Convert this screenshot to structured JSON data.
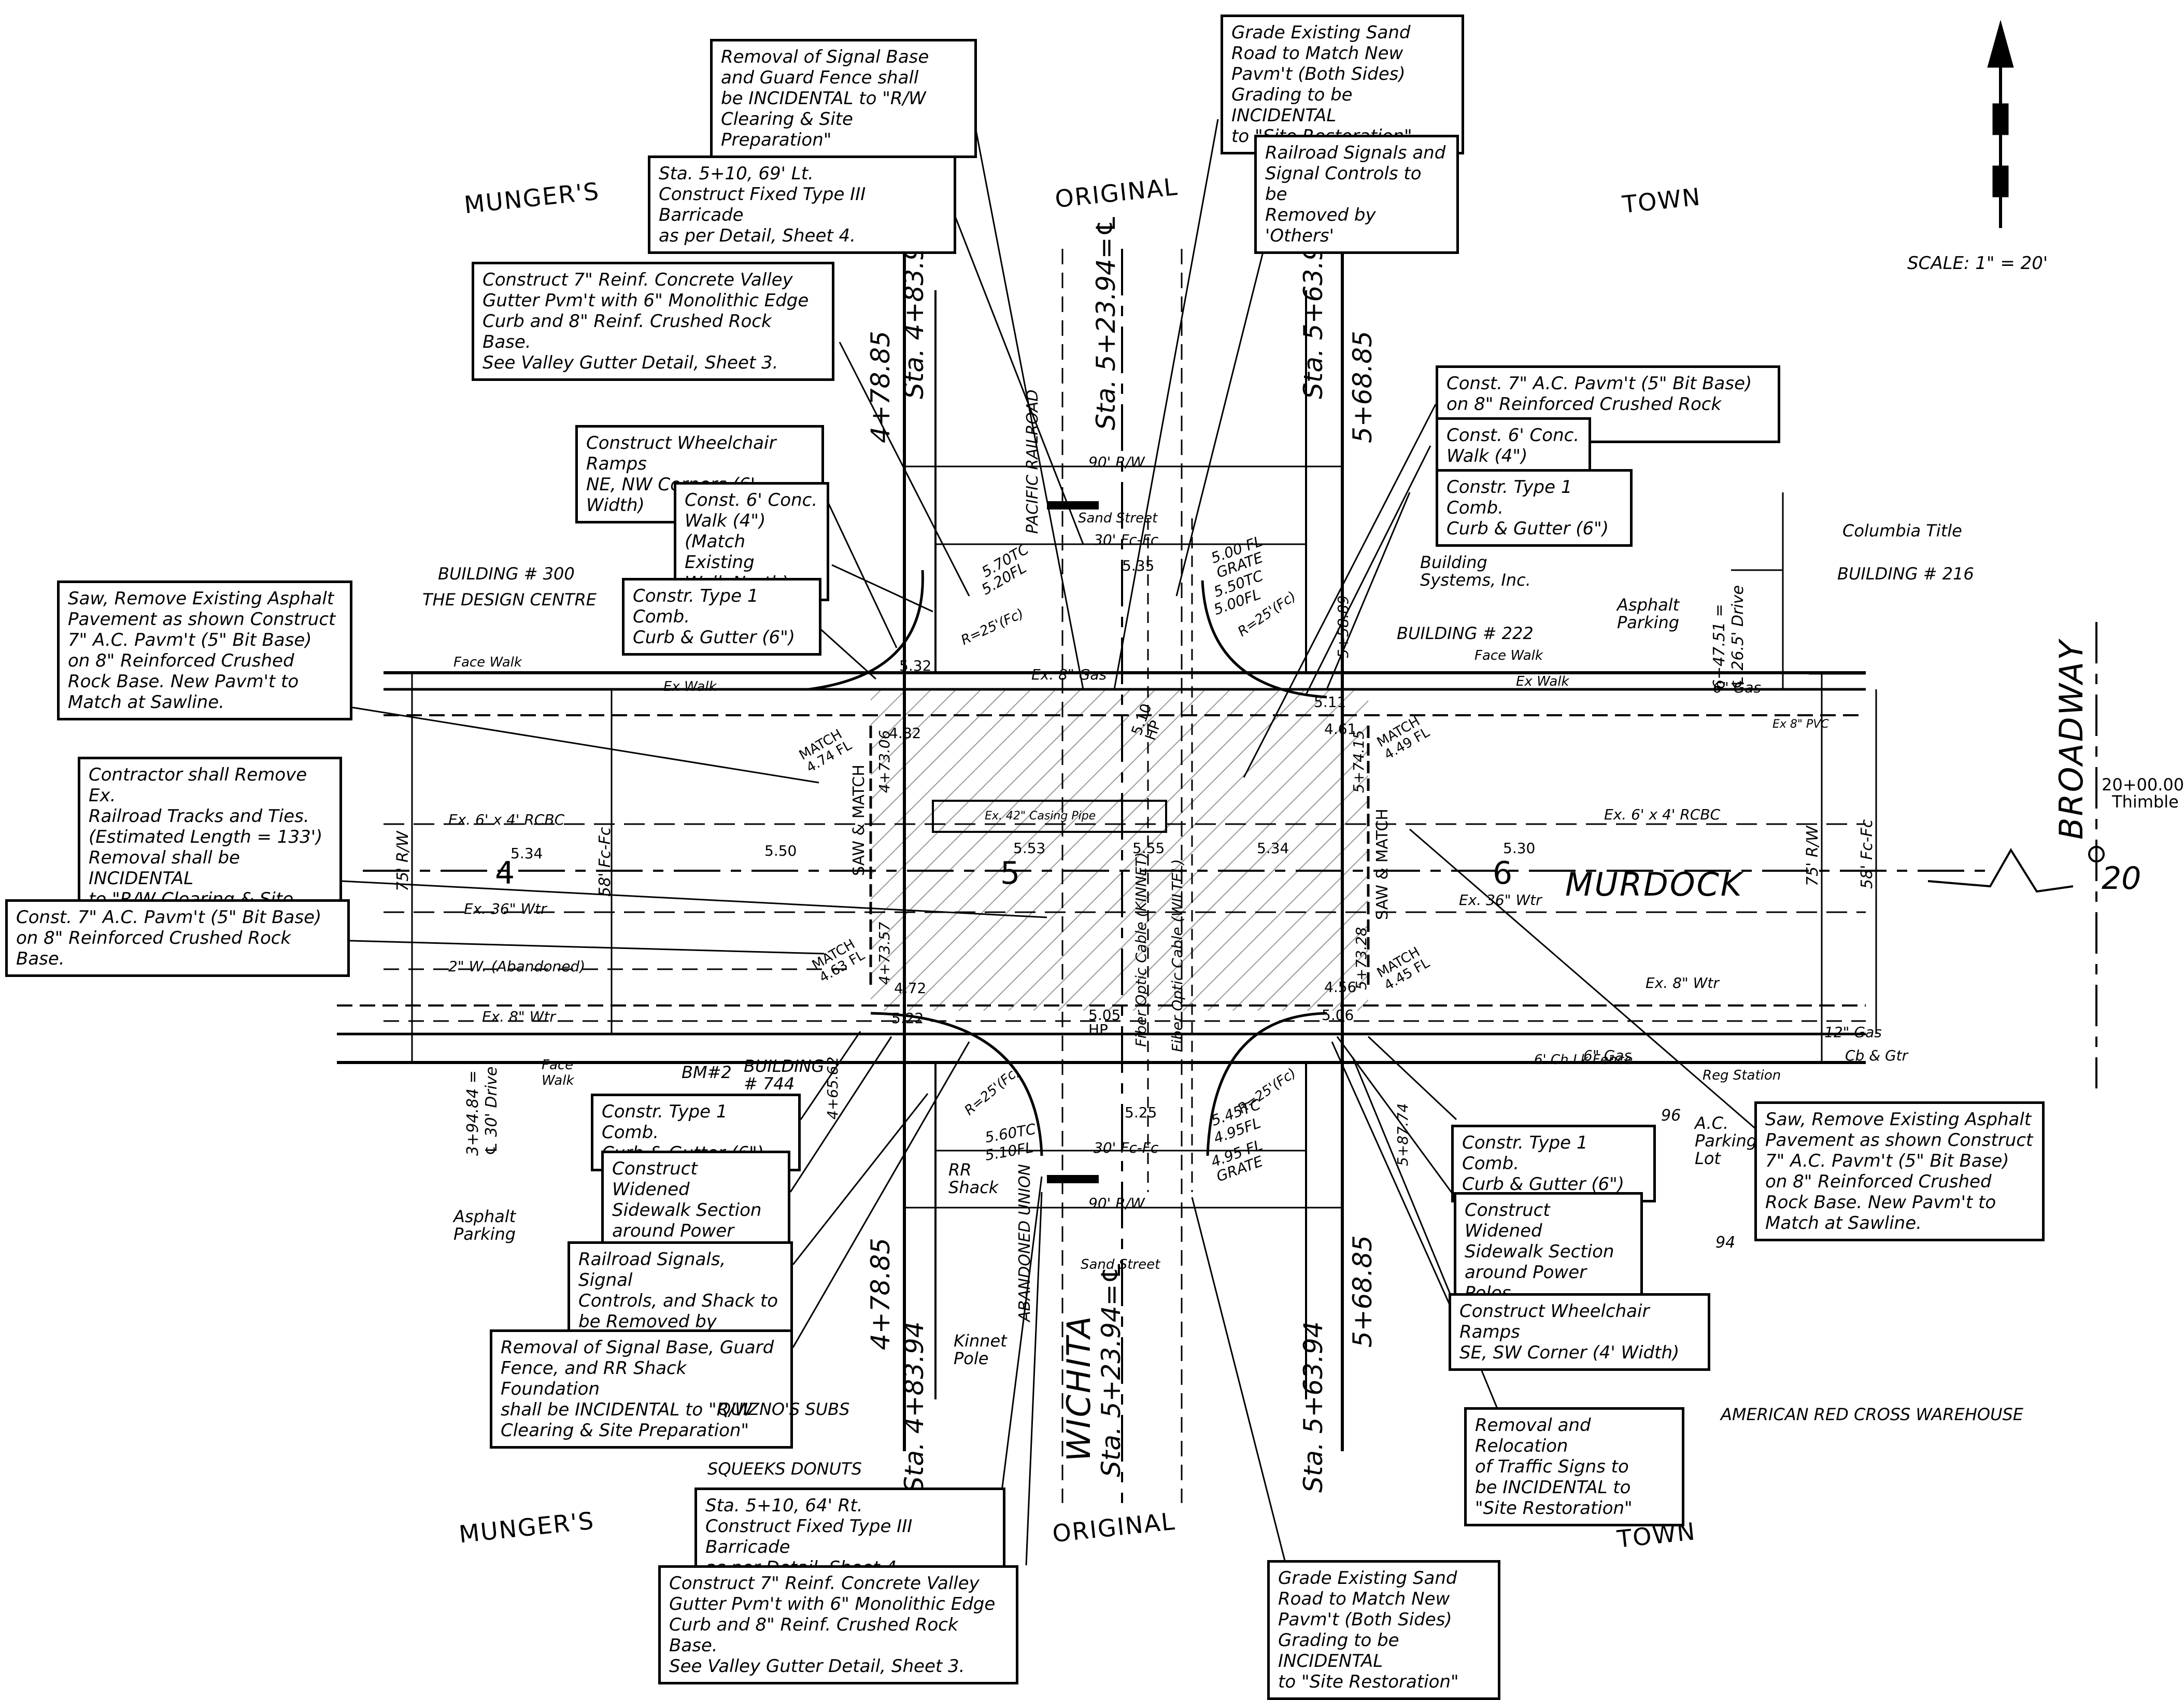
{
  "drawing": {
    "title_words": [
      "MUNGER'S",
      "ORIGINAL",
      "TOWN"
    ],
    "scale": "SCALE: 1\" = 20'",
    "streets": {
      "murdock": "MURDOCK",
      "wichita": "WICHITA",
      "broadway": "BROADWAY"
    },
    "stations": {
      "sta_4_83_94": "Sta. 4+83.94",
      "sta_4_78_85": "4+78.85",
      "sta_5_23_94": "Sta. 5+23.94=℄",
      "sta_5_63_94": "Sta. 5+63.94",
      "sta_5_68_85": "5+68.85",
      "broadway_sta": "20+00.00",
      "broadway_thimble": "Thimble",
      "drive_left": "3+94.84 =\n℄ 30' Drive",
      "drive_right": "6+47.51 =\n℄ 26.5' Drive"
    },
    "sheet_numbers": [
      "4",
      "5",
      "6",
      "20"
    ],
    "notes": {
      "signal_base_removal": "Removal of Signal Base\nand Guard Fence shall\nbe INCIDENTAL to \"R/W\nClearing & Site Preparation\"",
      "grade_sand_top": "Grade Existing Sand\nRoad to Match New\nPavm't (Both Sides)\nGrading to be INCIDENTAL\nto \"Site Restoration\"",
      "barricade_lt": "Sta. 5+10, 69' Lt.\nConstruct Fixed Type III Barricade\nas per Detail, Sheet 4.",
      "railroad_signals_top": "Railroad Signals and\nSignal Controls to be\nRemoved by 'Others'",
      "valley_gutter_top": "Construct 7\" Reinf. Concrete Valley\nGutter Pvm't with 6\" Monolithic Edge\nCurb and 8\" Reinf. Crushed Rock Base.\nSee Valley Gutter Detail, Sheet 3.",
      "ac_pavm_right": "Const. 7\" A.C. Pavm't (5\" Bit Base)\non 8\" Reinforced Crushed Rock Base.",
      "conc_walk_right": "Const. 6' Conc.\nWalk (4\")",
      "curb_right_top": "Constr. Type 1 Comb.\nCurb & Gutter (6\")",
      "wheelchair_ne_nw": "Construct Wheelchair Ramps\nNE, NW Corners (6' Width)",
      "conc_walk_left": "Const. 6' Conc.\nWalk (4\")\n(Match Existing\nWalk North)",
      "curb_left_top": "Constr. Type 1 Comb.\nCurb & Gutter (6\")",
      "saw_remove_left": "Saw, Remove Existing Asphalt\nPavement as shown Construct\n7\" A.C. Pavm't (5\" Bit Base)\non 8\" Reinforced Crushed\nRock Base. New Pavm't to\nMatch at Sawline.",
      "railroad_tracks": "Contractor shall Remove Ex.\nRailroad Tracks and Ties.\n(Estimated Length = 133')\nRemoval shall be INCIDENTAL\nto \"R/W Clearing & Site\nPreparation\"",
      "ac_pavm_left": "Const. 7\" A.C. Pavm't (5\" Bit Base)\non 8\" Reinforced Crushed Rock Base.",
      "curb_left_bottom": "Constr. Type 1 Comb.\nCurb & Gutter (6\")",
      "widened_sidewalk_left": "Construct Widened\nSidewalk Section\naround Power Poles",
      "railroad_shack": "Railroad Signals, Signal\nControls, and Shack to\nbe Removed by 'Others'",
      "signal_base_shack": "Removal of Signal Base, Guard\nFence, and RR Shack Foundation\nshall be INCIDENTAL to \"R/W\nClearing & Site Preparation\"",
      "barricade_rt": "Sta. 5+10, 64' Rt.\nConstruct Fixed Type III Barricade\nas per Detail, Sheet 4.",
      "valley_gutter_bottom": "Construct 7\" Reinf. Concrete Valley\nGutter Pvm't with 6\" Monolithic Edge\nCurb and 8\" Reinf. Crushed Rock Base.\nSee Valley Gutter Detail, Sheet 3.",
      "grade_sand_bottom": "Grade Existing Sand\nRoad to Match New\nPavm't (Both Sides)\nGrading to be INCIDENTAL\nto \"Site Restoration\"",
      "saw_remove_right": "Saw, Remove Existing Asphalt\nPavement as shown Construct\n7\" A.C. Pavm't (5\" Bit Base)\non 8\" Reinforced Crushed\nRock Base. New Pavm't to\nMatch at Sawline.",
      "curb_right_bottom": "Constr. Type 1 Comb.\nCurb & Gutter (6\")",
      "widened_sidewalk_right": "Construct Widened\nSidewalk Section\naround Power Poles",
      "wheelchair_se_sw": "Construct Wheelchair Ramps\nSE, SW Corner (4' Width)",
      "traffic_signs": "Removal and Relocation\nof Traffic Signs to\nbe INCIDENTAL to\n\"Site Restoration\""
    },
    "labels": {
      "building_300": "BUILDING # 300",
      "design_centre": "THE DESIGN CENTRE",
      "building_216": "BUILDING # 216",
      "columbia_title": "Columbia Title",
      "building_systems": "Building\nSystems, Inc.",
      "building_222": "BUILDING # 222",
      "asphalt_parking_top": "Asphalt\nParking",
      "asphalt_parking_bottom": "Asphalt\nParking",
      "building_744": "BUILDING\n# 744",
      "bm2": "BM#2",
      "ac_parking_lot": "A.C.\nParking\nLot",
      "red_cross": "AMERICAN RED CROSS WAREHOUSE",
      "quiznos": "QUIZNO'S SUBS",
      "squeeks": "SQUEEKS DONUTS",
      "kinnet_pole": "Kinnet\nPole",
      "rr_shack": "RR\nShack",
      "face_walk_left": "Face Walk",
      "face_walk_right": "Face Walk",
      "face_walk_bottom": "Face\nWalk",
      "ex_walk_top": "Ex Walk",
      "ex_walk_top_right": "Ex Walk",
      "rcbc_left": "Ex. 6' x 4' RCBC",
      "rcbc_right": "Ex. 6' x 4' RCBC",
      "wtr_36_left": "Ex. 36\" Wtr",
      "wtr_36_right": "Ex. 36\" Wtr",
      "w_abandoned": "2\" W. (Abandoned)",
      "wtr_8_left": "Ex. 8\" Wtr",
      "wtr_8_right": "Ex. 8\" Wtr",
      "gas_8": "Ex. 8\" Gas",
      "gas_6_right": "6\" Gas",
      "gas_6_bottom": "6\" Gas",
      "gas_12": "12\" Gas",
      "cb_gtr": "Cb & Gtr",
      "chain_fence": "6' Ch Lk Fence",
      "reg_station": "Reg Station",
      "casing_pipe": "Ex. 42\" Casing Pipe",
      "rw_90_top": "90' R/W",
      "rw_90_bottom": "90' R/W",
      "fc_30_top": "30' Fc-Fc",
      "fc_30_bottom": "30' Fc-Fc",
      "rw_75_left": "75' R/W",
      "fc_58_left": "58' Fc-Fc",
      "rw_75_right": "75' R/W",
      "fc_58_right": "58' Fc-Fc",
      "sand_street_top": "Sand Street",
      "sand_street_bottom": "Sand Street",
      "pacific_railroad": "PACIFIC RAILROAD",
      "abandoned_union": "ABANDONED UNION",
      "fiber_kinnet": "Fiber Optic Cable (KINNET)",
      "fiber_wiltel": "Fiber Optic Cable (WILTEL)",
      "ex_8_pvc": "Ex 8\" PVC",
      "saw_match_left": "SAW & MATCH",
      "saw_match_right": "SAW & MATCH",
      "grate_top": "5.00 FL\nGRATE",
      "grate_bottom": "4.95 FL\nGRATE",
      "r25_nw": "R=25'(Fc)",
      "r25_ne": "R=25'(Fc)",
      "r25_sw": "R=25'(Fc)",
      "r25_se": "R=25'(Fc)",
      "match_nw": "MATCH\n4.74 FL",
      "match_ne": "MATCH\n4.49 FL",
      "match_sw": "MATCH\n4.63 FL",
      "match_se": "MATCH\n4.45 FL"
    },
    "elevations": {
      "e_5_70tc": "5.70TC",
      "e_5_20fl": "5.20FL",
      "e_5_50tc": "5.50TC",
      "e_5_00fl": "5.00FL",
      "e_5_32": "5.32",
      "e_4_82": "4.82",
      "e_5_11": "5.11",
      "e_4_61": "4.61",
      "e_5_35": "5.35",
      "e_5_10_hp": "5.10\nHP",
      "e_5_34_left": "5.34",
      "e_5_50": "5.50",
      "e_5_53": "5.53",
      "e_5_55": "5.55",
      "e_5_34_right": "5.34",
      "e_5_30": "5.30",
      "e_4_72": "4.72",
      "e_5_22": "5.22",
      "e_4_56": "4.56",
      "e_5_06": "5.06",
      "e_5_05_hp": "5.05\nHP",
      "e_5_25": "5.25",
      "e_5_60tc": "5.60TC",
      "e_5_10fl": "5.10FL",
      "e_5_45tc": "5.45TC",
      "e_4_95fl": "4.95FL",
      "sta_4_73_06": "4+73.06",
      "sta_5_74_15": "5+74.15",
      "sta_4_73_57": "4+73.57",
      "sta_5_73_28": "5+73.28",
      "sta_5_58_89": "5+58.89",
      "sta_4_65_62": "4+65.62",
      "sta_5_87_74": "5+87.74",
      "num_96": "96",
      "num_94": "94"
    },
    "colors": {
      "ink": "#000000",
      "paper": "#ffffff",
      "hatch": "#9a9a9a"
    }
  }
}
